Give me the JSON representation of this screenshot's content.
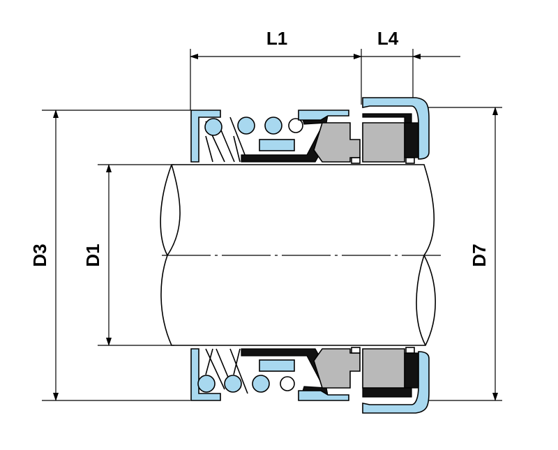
{
  "diagram": {
    "dimensions": {
      "l1": "L1",
      "l4": "L4",
      "d3": "D3",
      "d1": "D1",
      "d7": "D7"
    },
    "colors": {
      "outline": "#000000",
      "rubber": "#111111",
      "face": "#b9b9b9",
      "metal": "#a8d8ef",
      "background": "#ffffff"
    }
  }
}
